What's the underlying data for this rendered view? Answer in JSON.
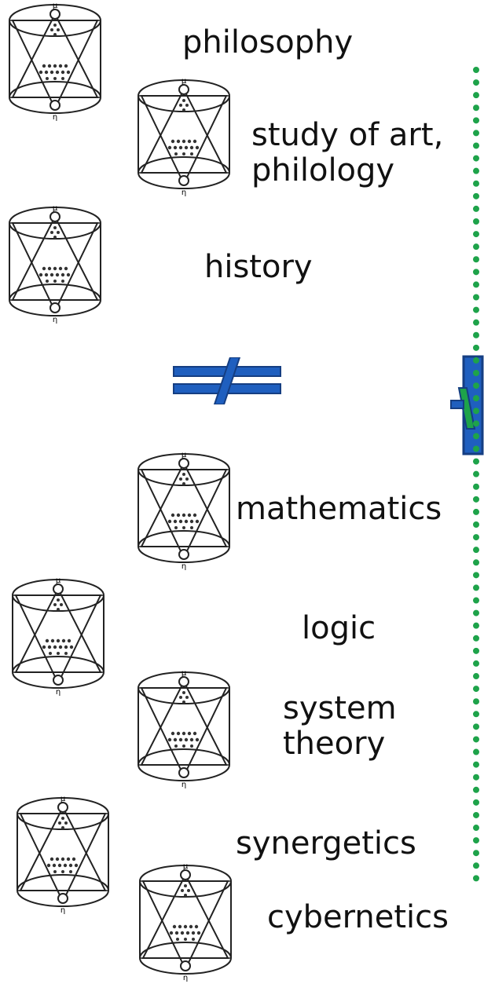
{
  "labels": {
    "philosophy": "philosophy",
    "art_philology": "study of art,\nphilology",
    "history": "history",
    "mathematics": "mathematics",
    "logic": "logic",
    "system_theory": "system\ntheory",
    "synergetics": "synergetics",
    "cybernetics": "cybernetics"
  },
  "icon_text": {
    "top": "μ",
    "bottom": "η"
  },
  "colors": {
    "dotted_line": "#1ea34a",
    "not_equal_fill": "#1f5fbf",
    "not_equal_stroke": "#153e82",
    "right_symbol_fill": "#1f5fbf",
    "right_symbol_slash": "#1ea34a"
  }
}
